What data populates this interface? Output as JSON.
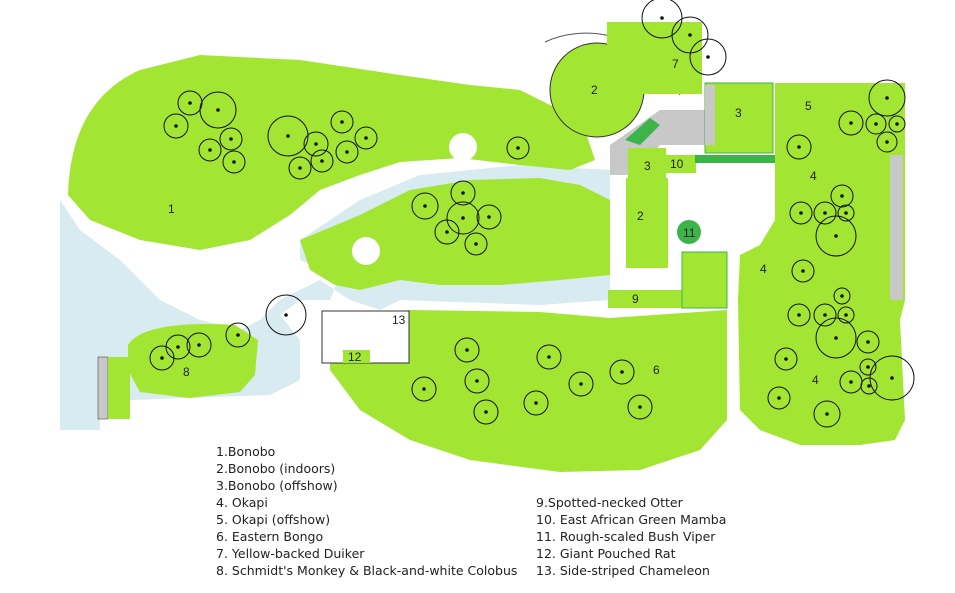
{
  "map": {
    "colors": {
      "grass": "#a3e533",
      "dark_grass": "#3cb44a",
      "water": "#d7ebf0",
      "building": "#ffffff",
      "grey_wall": "#c8c8c8",
      "tree_outline": "#111111",
      "contour": "#e9f7cf",
      "gate_arrow": "#f0a020"
    },
    "area_labels": {
      "a1": "1",
      "a2_top": "2",
      "a2_inner": "2",
      "a3_top": "3",
      "a3_inner": "3",
      "a4_a": "4",
      "a4_b": "4",
      "a4_c": "4",
      "a5": "5",
      "a6": "6",
      "a7": "7",
      "a8": "8",
      "a9": "9",
      "a10": "10",
      "a11": "11",
      "a12": "12",
      "a13": "13"
    },
    "legend_left": [
      "1.Bonobo",
      "2.Bonobo (indoors)",
      "3.Bonobo (offshow)",
      "4. Okapi",
      "5. Okapi (offshow)",
      "6. Eastern Bongo",
      "7. Yellow-backed Duiker",
      "8. Schmidt's Monkey & Black-and-white Colobus"
    ],
    "legend_right": [
      "9.Spotted-necked Otter",
      "10. East African Green Mamba",
      "11. Rough-scaled Bush Viper",
      "12. Giant Pouched Rat",
      "13. Side-striped Chameleon"
    ]
  }
}
